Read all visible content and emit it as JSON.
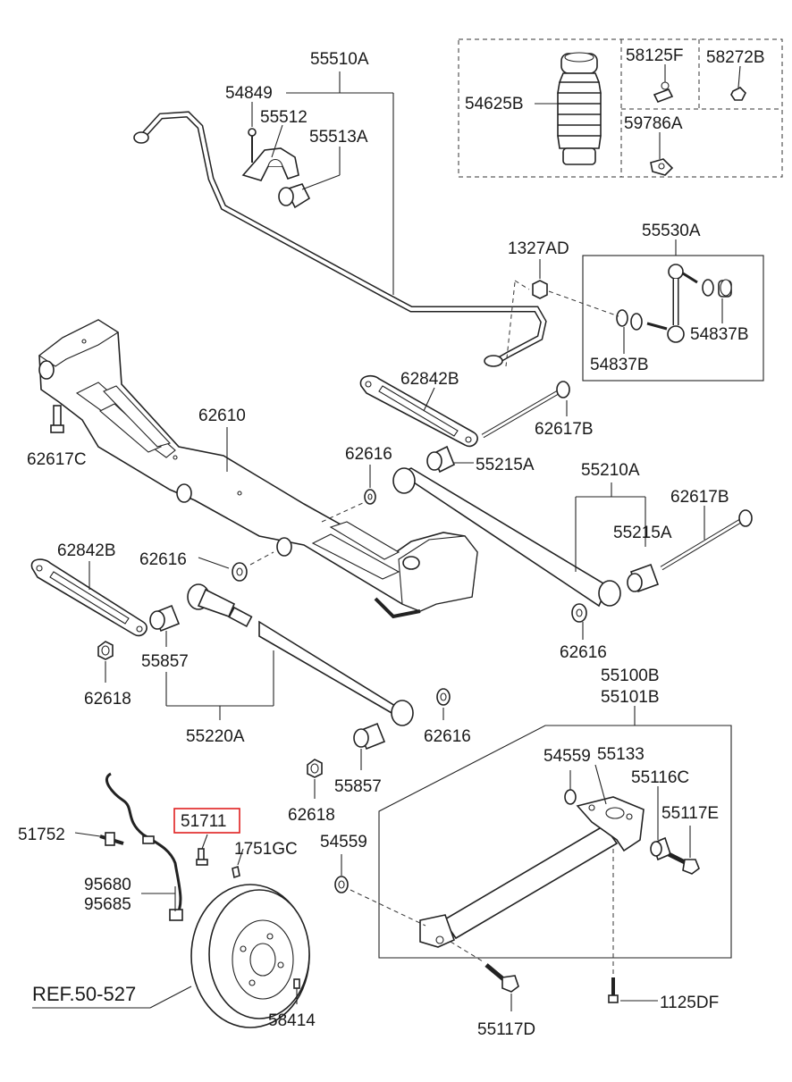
{
  "labels": {
    "p55510A": "55510A",
    "p54849": "54849",
    "p55512": "55512",
    "p55513A": "55513A",
    "p54625B": "54625B",
    "p58125F": "58125F",
    "p58272B": "58272B",
    "p59786A": "59786A",
    "p1327AD": "1327AD",
    "p55530A": "55530A",
    "p54837B_r": "54837B",
    "p54837B_l": "54837B",
    "p62842B_top": "62842B",
    "p62617B_top": "62617B",
    "p62610": "62610",
    "p62617C": "62617C",
    "p62616_a": "62616",
    "p55215A_top": "55215A",
    "p55210A": "55210A",
    "p62617B_mid": "62617B",
    "p55215A_mid": "55215A",
    "p62842B_left": "62842B",
    "p62616_b": "62616",
    "p62616_c": "62616",
    "p55857_a": "55857",
    "p62618_a": "62618",
    "p55220A": "55220A",
    "p62616_d": "62616",
    "p55100B": "55100B",
    "p55101B": "55101B",
    "p55857_b": "55857",
    "p62618_b": "62618",
    "p54559_a": "54559",
    "p55133": "55133",
    "p55116C": "55116C",
    "p55117E": "55117E",
    "p51711": "51711",
    "p51752": "51752",
    "p1751GC": "1751GC",
    "p54559_b": "54559",
    "p95680": "95680",
    "p95685": "95685",
    "ref": "REF.50-527",
    "p58414": "58414",
    "p55117D": "55117D",
    "p1125DF": "1125DF"
  },
  "colors": {
    "highlight": "#e02020",
    "ink": "#222222"
  }
}
